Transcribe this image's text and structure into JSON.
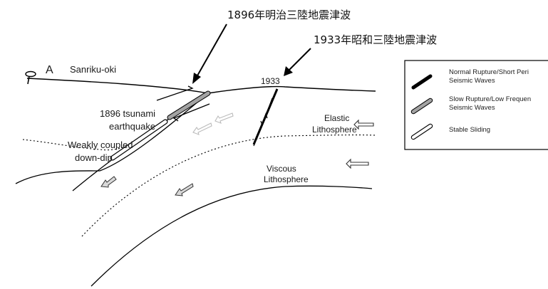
{
  "annotations": {
    "tsunami_1896_jp": "1896年明治三陸地震津波",
    "tsunami_1933_jp": "1933年昭和三陸地震津波"
  },
  "profile": {
    "label": "A",
    "location": "Sanriku-oki",
    "year_1933": "1933"
  },
  "regions": {
    "eq_1896_line1": "1896 tsunami",
    "eq_1896_line2": "earthquake",
    "weak_line1": "Weakly coupled",
    "weak_line2": "down-dip",
    "elastic_line1": "Elastic",
    "elastic_line2": "Lithosphere",
    "viscous_line1": "Viscous",
    "viscous_line2": "Lithosphere"
  },
  "legend": {
    "items": [
      {
        "line1": "Normal Rupture/Short Peri",
        "line2": "Seismic Waves",
        "color": "#000000"
      },
      {
        "line1": "Slow Rupture/Low Frequen",
        "line2": "Seismic Waves",
        "color": "#9a9a9a"
      },
      {
        "line1": "Stable Sliding",
        "line2": "",
        "color": "#ffffff"
      }
    ]
  }
}
